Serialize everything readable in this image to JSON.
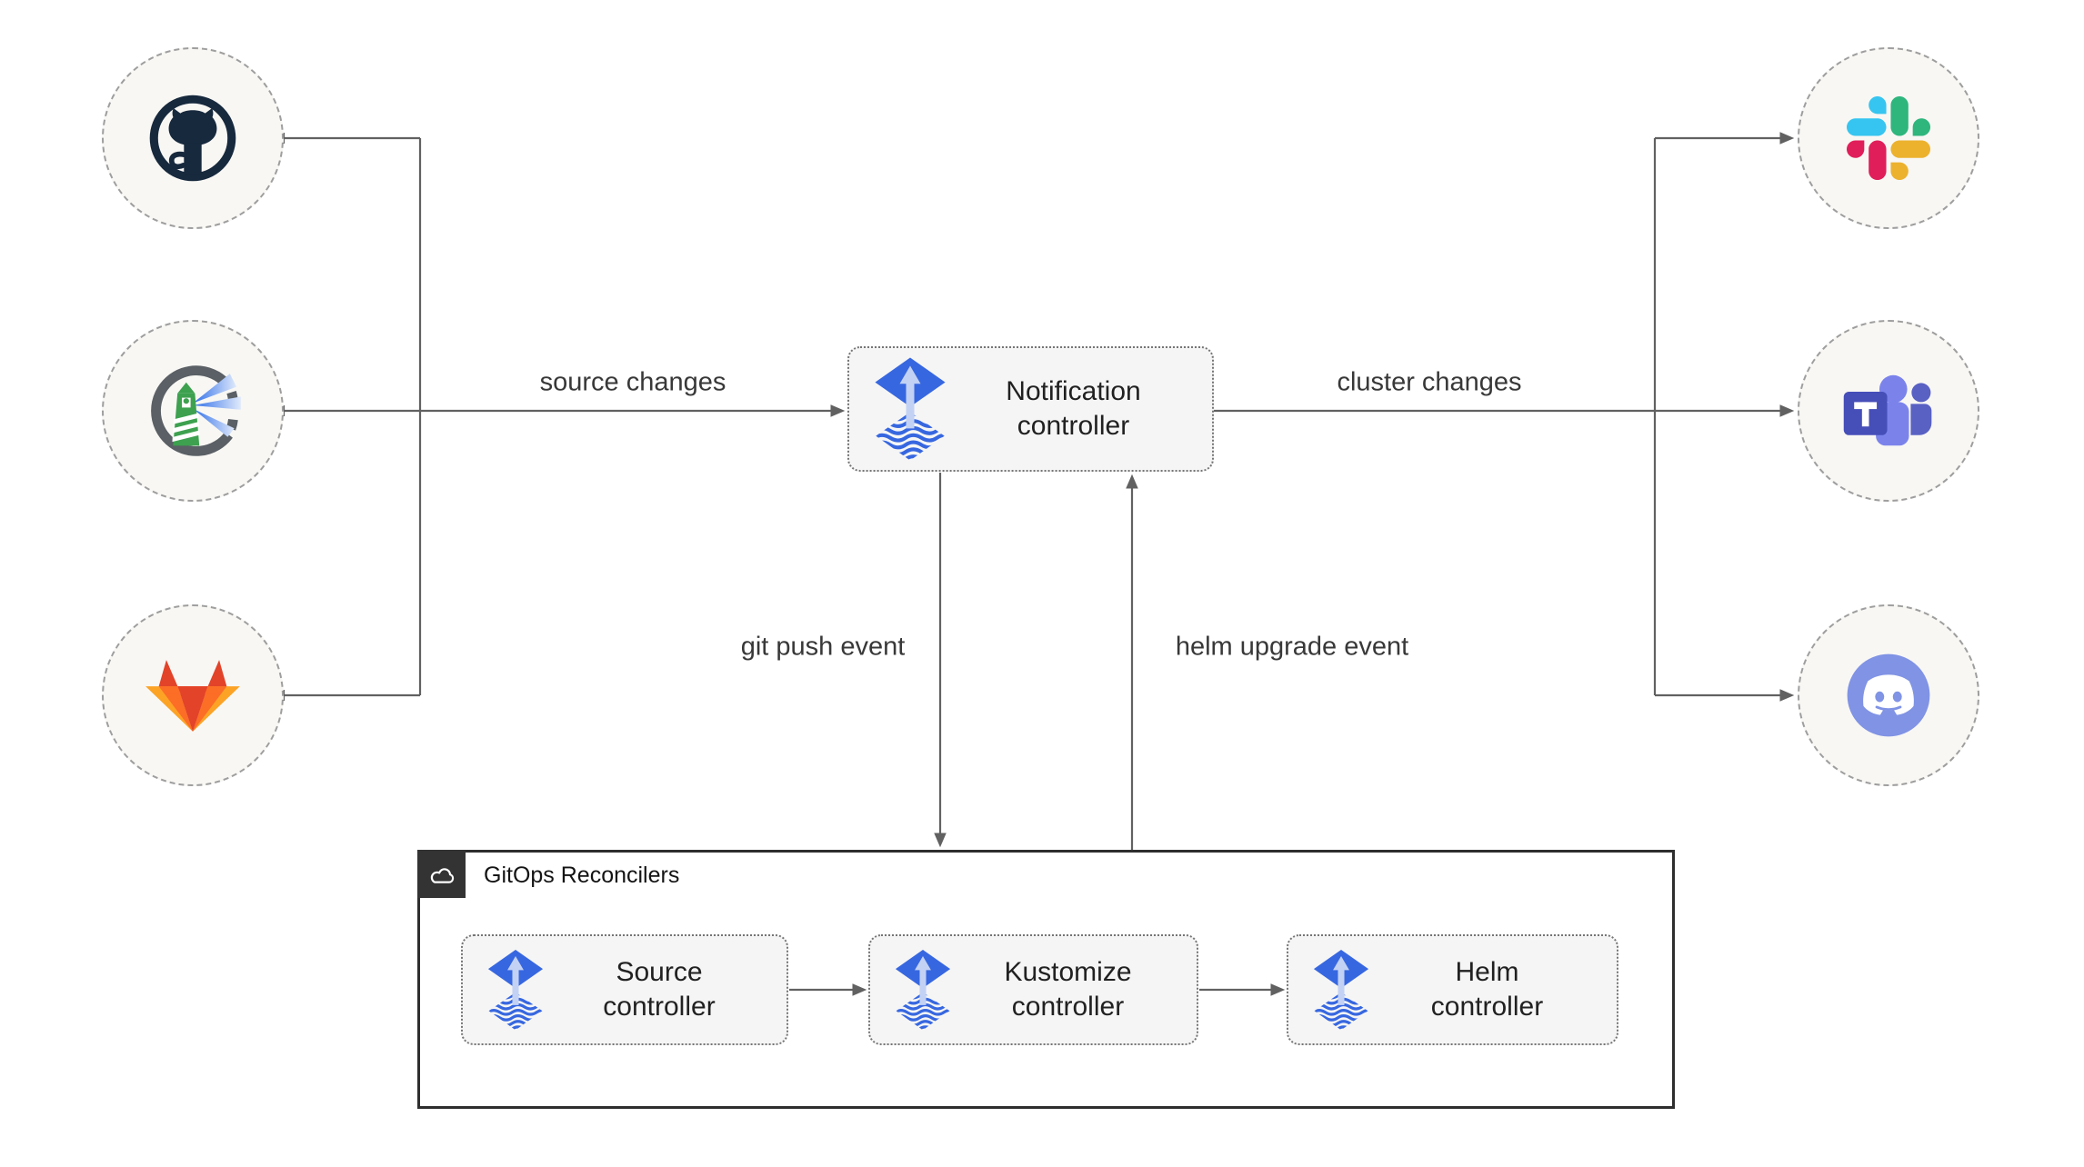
{
  "sources": [
    {
      "icon": "github-icon"
    },
    {
      "icon": "harbor-icon"
    },
    {
      "icon": "gitlab-icon"
    }
  ],
  "targets": [
    {
      "icon": "slack-icon"
    },
    {
      "icon": "teams-icon"
    },
    {
      "icon": "discord-icon"
    }
  ],
  "nodes": {
    "notification": {
      "label": "Notification controller"
    },
    "source": {
      "label": "Source controller"
    },
    "kustomize": {
      "label": "Kustomize controller"
    },
    "helm": {
      "label": "Helm controller"
    }
  },
  "group": {
    "label": "GitOps Reconcilers",
    "icon": "cloud-icon"
  },
  "edges": {
    "source_changes": "source changes",
    "cluster_changes": "cluster changes",
    "git_push": "git push event",
    "helm_upgrade": "helm upgrade event"
  },
  "colors": {
    "flux_blue": "#3767e0",
    "flux_arrow": "#c3d2f4",
    "edge": "#616161",
    "node_bg": "#f5f5f5",
    "node_border": "#757575",
    "circle_bg": "#f8f7f4",
    "circle_border": "#9e9e9e",
    "group_border": "#2e2e2e",
    "badge_bg": "#333333",
    "github_navy": "#17293d",
    "gitlab_red": "#e24329",
    "gitlab_orange": "#fc6d26",
    "gitlab_yellow": "#fca326",
    "slack_blue": "#36c5f0",
    "slack_green": "#2eb67d",
    "slack_red": "#e01e5a",
    "slack_yellow": "#ecb22e",
    "teams_purple": "#464eb8",
    "teams_light": "#7b83eb",
    "teams_mid": "#5961c3",
    "discord_blurple": "#8093e4",
    "harbor_gray": "#5a6065",
    "harbor_green": "#3da14f",
    "beam_blue": "#2f6fe8",
    "text": "#212121"
  }
}
